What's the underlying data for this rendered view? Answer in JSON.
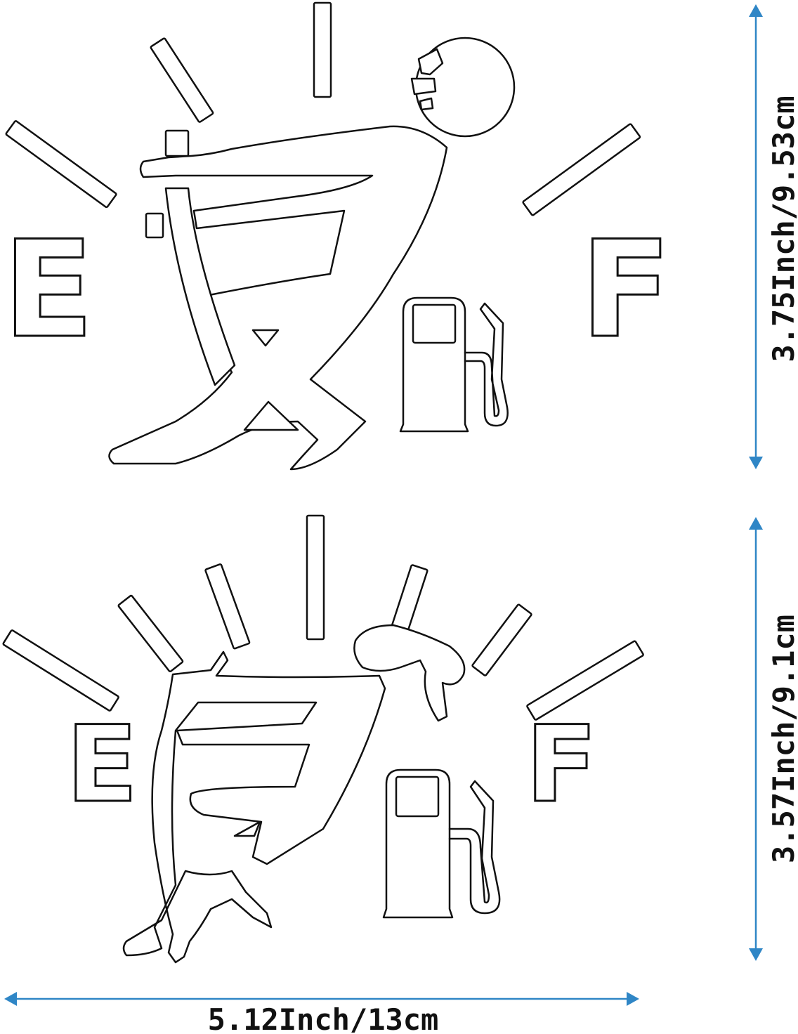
{
  "decal_top": {
    "empty_label": "E",
    "full_label": "F",
    "height_label": "3.75Inch/9.53cm"
  },
  "decal_bottom": {
    "empty_label": "E",
    "full_label": "F",
    "height_label": "3.57Inch/9.1cm"
  },
  "width_label": "5.12Inch/13cm",
  "colors": {
    "outline": "#111111",
    "dimension": "#2f86c6",
    "background": "#ffffff"
  },
  "icons": [
    "fuel-pump-icon",
    "fuel-pump-icon"
  ]
}
